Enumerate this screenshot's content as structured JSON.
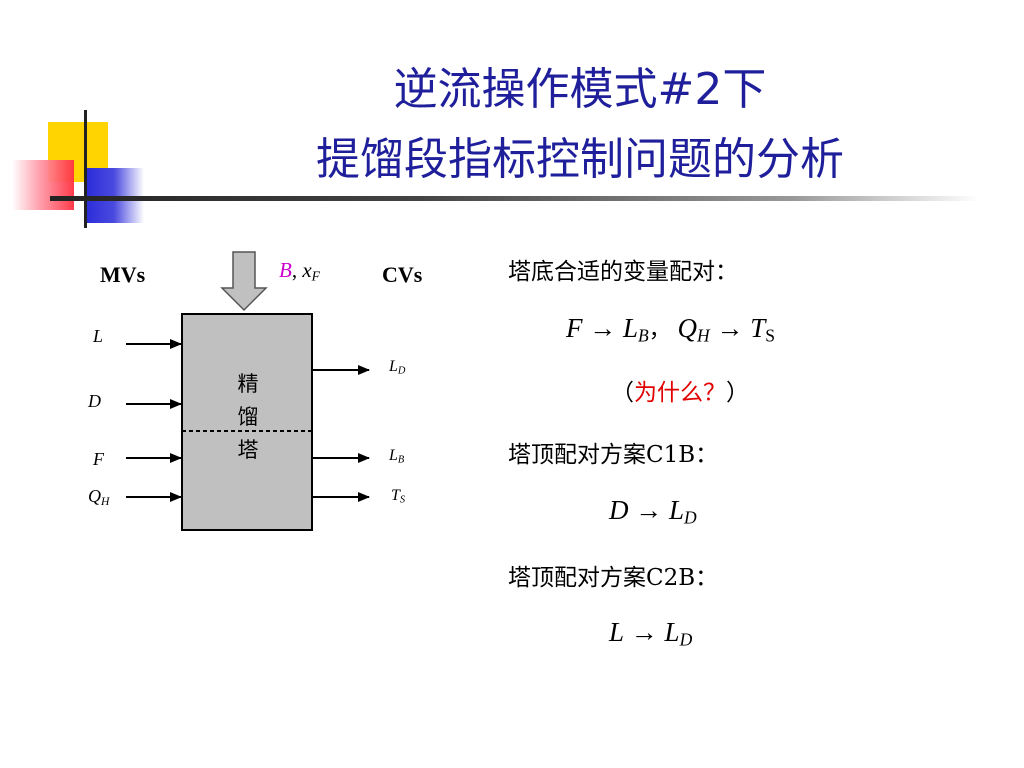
{
  "title": {
    "line1": "逆流操作模式#2下",
    "line2": "提馏段指标控制问题的分析"
  },
  "diagram": {
    "mvs_label": "MVs",
    "cvs_label": "CVs",
    "feed_label_b": "B",
    "feed_label_sep": ", ",
    "feed_label_x": "x",
    "feed_label_x_sub": "F",
    "column_text": [
      "精",
      "馏",
      "塔"
    ],
    "inputs": [
      {
        "main": "L",
        "sub": ""
      },
      {
        "main": "D",
        "sub": ""
      },
      {
        "main": "F",
        "sub": ""
      },
      {
        "main": "Q",
        "sub": "H"
      }
    ],
    "outputs": [
      {
        "main": "L",
        "sub": "D"
      },
      {
        "main": "L",
        "sub": "B"
      },
      {
        "main": "T",
        "sub": "S"
      }
    ]
  },
  "right": {
    "line1": "塔底合适的变量配对：",
    "eq1": {
      "a": "F",
      "b": "L",
      "b_sub": "B",
      "sep": "，",
      "c": "Q",
      "c_sub": "H",
      "d": "T",
      "d_sub": "S",
      "arrow": "→"
    },
    "why_open": "（",
    "why": "为什么？",
    "why_close": "）",
    "line2": "塔顶配对方案C1B：",
    "eq2": {
      "a": "D",
      "b": "L",
      "b_sub": "D",
      "arrow": "→"
    },
    "line3": "塔顶配对方案C2B：",
    "eq3": {
      "a": "L",
      "b": "L",
      "b_sub": "D",
      "arrow": "→"
    }
  },
  "colors": {
    "title": "#1f1f9c",
    "accent_red": "#e00000",
    "magenta": "#cc00cc",
    "column_fill": "#c0c0c0"
  }
}
